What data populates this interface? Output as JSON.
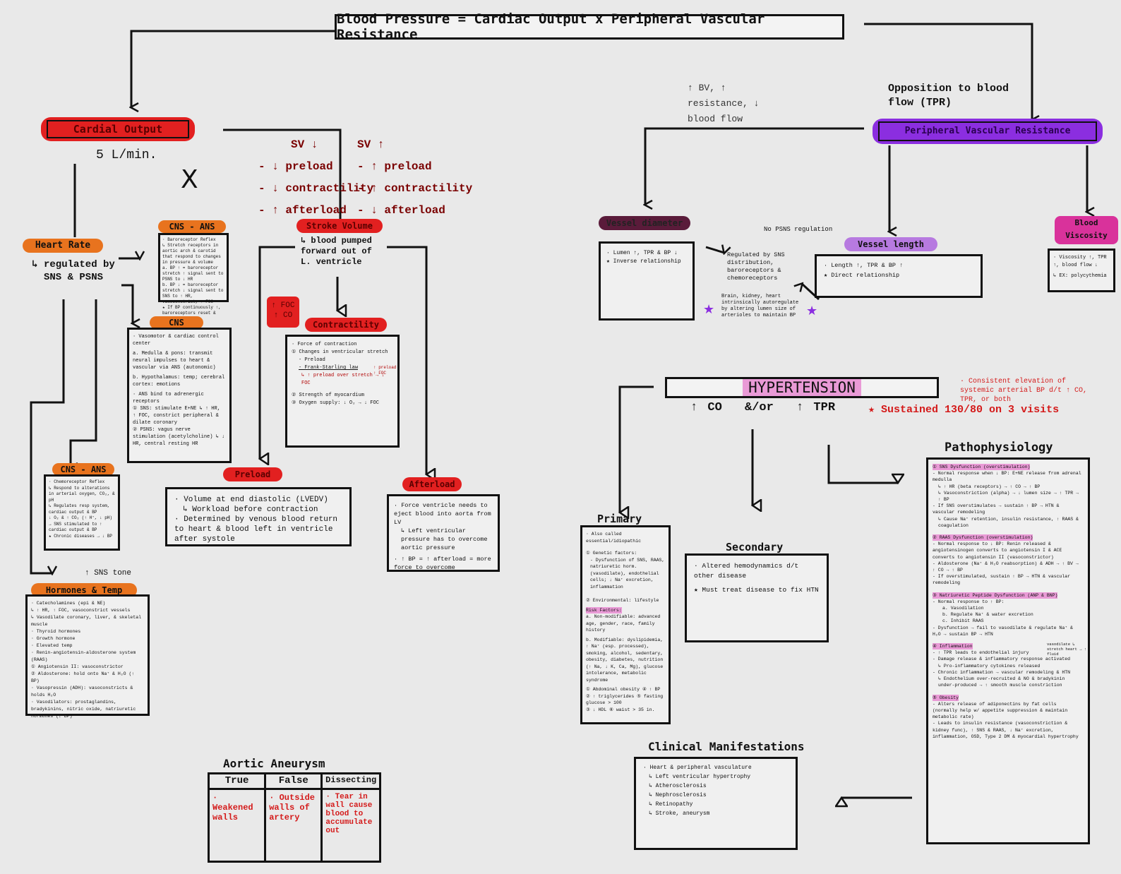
{
  "title": "Blood Pressure = Cardiac Output x Peripheral Vascular Resistance",
  "cardiac_output": {
    "label": "Cardial Output",
    "value": "5 L/min.",
    "times": "X"
  },
  "sv_down": {
    "title": "SV ↓",
    "items": [
      "- ↓ preload",
      "- ↓ contractility",
      "- ↑ afterload"
    ]
  },
  "sv_up": {
    "title": "SV ↑",
    "items": [
      "- ↑ preload",
      "- ↑ contractility",
      "- ↓ afterload"
    ]
  },
  "heart_rate": {
    "label": "Heart Rate",
    "note": "↳ regulated by SNS & PSNS"
  },
  "cns_ans_top": {
    "label": "CNS - ANS",
    "items": [
      "· Baroreceptor Reflex",
      "↳ Stretch receptors in aortic arch & carotid that respond to changes in pressure & volume",
      "a. BP ↑ = baroreceptor stretch ↑ signal sent to PSNS to ↓ HR",
      "b. BP ↓ = baroreceptor stretch ↓ signal sent to SNS to ↑ HR, vasoconstrict, ↑ FOC",
      "★ If BP continuously ↑, baroreceptors reset & don't ↓ BP"
    ]
  },
  "cns": {
    "label": "CNS",
    "items": [
      "· Vasomotor & cardiac control center",
      "a. Medulla & pons: transmit neural impulses to heart & vascular via ANS (autonomic)",
      "b. Hypothalamus: temp; cerebral cortex: emotions",
      "· ANS bind to adrenergic receptors",
      "① SNS: stimulate E+NE ↳ ↑ HR, ↑ FOC, constrict peripheral & dilate coronary",
      "② PSNS: vagus nerve stimulation (acetylcholine) ↳ ↓ HR, central resting HR"
    ]
  },
  "cns_ans_bottom": {
    "label": "CNS - ANS",
    "items": [
      "· Chemoreceptor Reflex",
      "↳ Respond to alterations in arterial oxygen, CO₂, & pH",
      "↳ Regulates resp system, cardiac output & BP",
      "↓ O₂ & ↑ CO₂ (↑ H⁺, ↓ pH) → SNS stimulated to ↑ cardiac output & BP",
      "★ Chronic diseases → ↓ BP"
    ]
  },
  "sns_tone": "↑ SNS tone",
  "hormones": {
    "label": "Hormones & Temp",
    "items": [
      "· Catecholamines (epi & NE)",
      "↳ ↑ HR, ↑ FOC, vasoconstrict vessels",
      "↳ Vasodilate coronary, liver, & skeletal muscle",
      "· Thyroid hormones",
      "· Growth hormone",
      "· Elevated temp",
      "· Renin-angiotensin-aldosterone system (RAAS)",
      "① Angiotensin II: vasoconstrictor",
      "② Aldosterone: hold onto Na⁺ & H₂O (↑ BP)",
      "· Vasopressin (ADH): vasoconstricts & holds H₂O",
      "· Vasodilators: prostaglandins, bradykinins, nitric oxide, natriuretic hormones (↓ BP)"
    ]
  },
  "stroke_volume": {
    "label": "Stroke Volume",
    "desc": "↳ blood pumped forward out of L. ventricle"
  },
  "foc_badge": "↑ FOC ↑ CO",
  "contractility": {
    "label": "Contractility",
    "items": [
      "· Force of contraction",
      "① Changes in ventricular stretch",
      "- Preload",
      "- Frank-Starling law",
      "↳ ↑ preload over stretch → ↓ FOC",
      "② Strength of myocardium",
      "③ Oxygen supply: ↓ O₂ → ↓ FOC"
    ],
    "annot": "↑ preload ↑ FOC"
  },
  "preload": {
    "label": "Preload",
    "items": [
      "· Volume at end diastolic (LVEDV)",
      "↳ Workload before contraction",
      "· Determined by venous blood return to heart & blood left in ventricle after systole"
    ]
  },
  "afterload": {
    "label": "Afterload",
    "items": [
      "· Force ventricle needs to eject blood into aorta from LV",
      "↳ Left ventricular pressure has to overcome aortic pressure",
      "· ↑ BP = ↑ afterload = more force to overcome"
    ]
  },
  "pvr": {
    "label": "Peripheral Vascular Resistance",
    "opposition": "Opposition to blood flow (TPR)",
    "effect": "↑ BV, ↑ resistance, ↓ blood flow"
  },
  "vessel_diameter": {
    "label": "Vessel diameter",
    "items": [
      "· Lumen ↑, TPR & BP ↓",
      "★ Inverse relationship"
    ]
  },
  "regulation": {
    "no_psns": "No PSNS regulation",
    "regulated": "Regulated by SNS distribution, baroreceptors & chemoreceptors",
    "brain": "Brain, kidney, heart intrinsically autoregulate by altering lumen size of arterioles to maintain BP"
  },
  "vessel_length": {
    "label": "Vessel length",
    "items": [
      "· Length ↑, TPR & BP ↑",
      "★ Direct relationship"
    ]
  },
  "blood_viscosity": {
    "label": "Blood Viscosity",
    "items": [
      "· Viscosity ↑, TPR ↑, blood flow ↓",
      "↳ EX: polycythemia"
    ]
  },
  "hypertension": {
    "label": "HYPERTENSION",
    "formula_co": "↑ CO",
    "formula_andor": "&/or",
    "formula_tpr": "↑ TPR",
    "sustained": "★ Sustained 130/80 on 3 visits",
    "definition": "· Consistent elevation of systemic arterial BP d/t ↑ CO, TPR, or both"
  },
  "primary": {
    "label": "Primary",
    "items": [
      "· Also called essential/idiopathic",
      "① Genetic factors:",
      "- Dysfunction of SNS, RAAS, natriuretic horm. (vasodilate), endothelial cells; ↓ Na⁺ excretion, inflammation",
      "② Environmental: lifestyle",
      "Risk Factors:",
      "a. Non-modifiable: advanced age, gender, race, family history",
      "b. Modifiable: dyslipidemia, ↑ Na⁺ (esp. processed), smoking, alcohol, sedentary, obesity, diabetes, nutrition (↑ Na, ↓ K, Ca, Mg), glucose intolerance, metabolic syndrome",
      "① Abdominal obesity  ④ ↑ BP",
      "② ↑ triglycerides  ⑤ fasting glucose > 100",
      "③ ↓ HDL  ⑥ waist > 35 in."
    ]
  },
  "secondary": {
    "label": "Secondary",
    "items": [
      "· Altered hemodynamics d/t other disease",
      "★ Must treat disease to fix HTN"
    ]
  },
  "clinical": {
    "label": "Clinical Manifestations",
    "items": [
      "· Heart & peripheral vasculature",
      "↳ Left ventricular hypertrophy",
      "↳ Atherosclerosis",
      "↳ Nephrosclerosis",
      "↳ Retinopathy",
      "↳ Stroke, aneurysm"
    ]
  },
  "patho": {
    "label": "Pathophysiology",
    "items": [
      "① SNS Dysfunction (overstimulation)",
      "- Normal response when ↓ BP: E+NE release from adrenal medulla",
      "↳ ↑ HR (beta receptors) → ↑ CO → ↑ BP",
      "↳ Vasoconstriction (alpha) → ↓ lumen size → ↑ TPR → ↑ BP",
      "- If SNS overstimulates → sustain ↑ BP → HTN & vascular remodeling",
      "↳ Cause Na⁺ retention, insulin resistance, ↑ RAAS & coagulation",
      "② RAAS Dysfunction (overstimulation)",
      "- Normal response to ↓ BP: Renin released & angiotensinogen converts to angiotensin I & ACE converts to angiotensin II (vasoconstrictor)",
      "- Aldosterone (Na⁺ & H₂O reabsorption) & ADH → ↑ BV → ↑ CO → ↑ BP",
      "- If overstimulated, sustain ↑ BP → HTN & vascular remodeling",
      "③ Natriuretic Peptide Dysfunction (ANP & BNP)",
      "- Normal response to ↑ BP:",
      "a. Vasodilation",
      "b. Regulate Na⁺ & water excretion",
      "c. Inhibit RAAS",
      "- Dysfunction → fail to vasodilate & regulate Na⁺ & H₂O → sustain BP → HTN",
      "④ Inflammation",
      "- ↑ TPR leads to endothelial injury",
      "- Damage release & inflammatory response activated",
      "↳ Pro-inflammatory cytokines released",
      "- Chronic inflammation → vascular remodeling & HTN",
      "↳ Endothelium over-recruited & NO & bradykinin under-produced → ↑ smooth muscle constriction",
      "⑤ Obesity",
      "- Alters release of adiponectins by fat cells (normally help w/ appetite suppression & maintain metabolic rate)",
      "- Leads to insulin resistance (vasoconstriction & kidney func), ↑ SNS & RAAS, ↓ Na⁺ excretion, inflammation, OSD, Type 2 DM & myocardial hypertrophy"
    ],
    "annot": "vasodilate ↳ stretch heart → ↑ fluid"
  },
  "aortic": {
    "title": "Aortic Aneurysm",
    "headers": [
      "True",
      "False",
      "Dissecting"
    ],
    "cells": [
      "· Weakened walls",
      "· Outside walls of artery",
      "· Tear in wall cause blood to accumulate out"
    ]
  },
  "colors": {
    "red": "#e22020",
    "orange": "#e8731e",
    "purple": "#8b2ee0",
    "magenta": "#d9329b",
    "dark_purple": "#5a1b3a",
    "pink": "#e99ad6",
    "brand_red_text": "#b00000"
  }
}
